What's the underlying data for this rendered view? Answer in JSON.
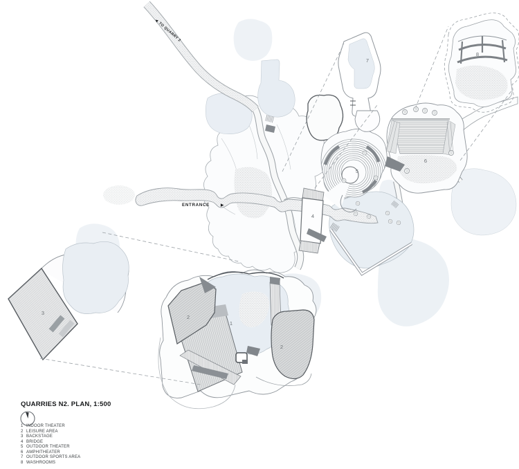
{
  "title": "QUARRIES N2. PLAN, 1:500",
  "plan": {
    "to_quarry_label": "TO QUARRY 2",
    "entrance_label": "ENTRANCE",
    "arrow_left": "◀",
    "arrow_right": "▶"
  },
  "markers": {
    "indoor_theater": "1",
    "leisure_left": "2",
    "leisure_right": "2",
    "backstage": "3",
    "bridge": "4",
    "outdoor_theater": "5",
    "amphitheater": "6",
    "sports_area": "7",
    "washrooms": "8"
  },
  "legend": {
    "items": [
      {
        "num": "1",
        "label": "INDOOR THEATER"
      },
      {
        "num": "2",
        "label": "LEISURE AREA"
      },
      {
        "num": "3",
        "label": "BACKSTAGE"
      },
      {
        "num": "4",
        "label": "BRIDGE"
      },
      {
        "num": "5",
        "label": "OUTDOOR THEATER"
      },
      {
        "num": "6",
        "label": "AMPHITHEATER"
      },
      {
        "num": "7",
        "label": "OUTDOOR SPORTS AREA"
      },
      {
        "num": "8",
        "label": "WASHROOMS"
      }
    ]
  },
  "icons": {
    "compass": "north-arrow-icon",
    "tree": "tree-icon"
  },
  "colors": {
    "plan_blue": "#e7edf3",
    "pale_blue": "#eef2f6",
    "line_gray": "#8f959b",
    "dark_gray": "#55595e",
    "hatch_gray": "#a3a7ab",
    "stipple_bg": "#f1f2f3"
  }
}
